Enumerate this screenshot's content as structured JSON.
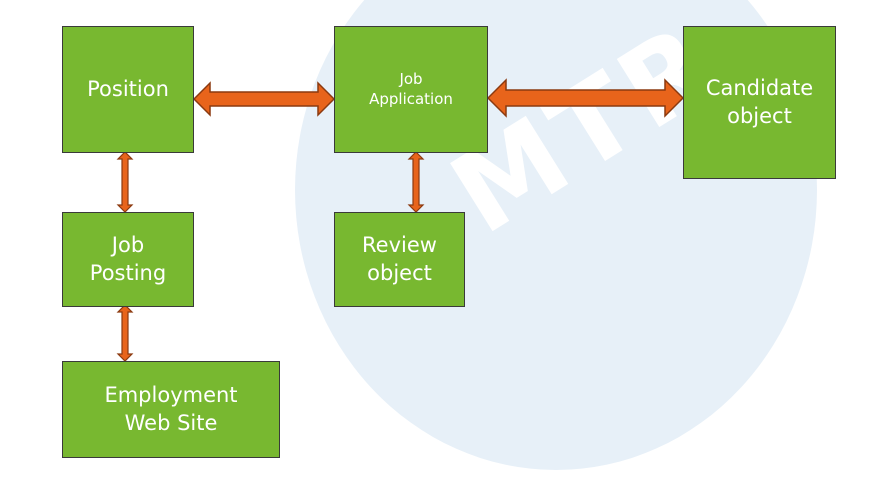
{
  "watermark": {
    "text": "MTR"
  },
  "nodes": {
    "position": "Position",
    "job_application": "Job\nApplication",
    "candidate_object": "Candidate\nobject",
    "job_posting": "Job\nPosting",
    "review_object": "Review\nobject",
    "employment_web_site": "Employment\nWeb Site"
  },
  "colors": {
    "box_fill": "#78b830",
    "box_border": "#3a3a3a",
    "arrow_fill": "#e8641b",
    "arrow_stroke": "#8b3a10",
    "watermark": "#e7f0f8"
  }
}
